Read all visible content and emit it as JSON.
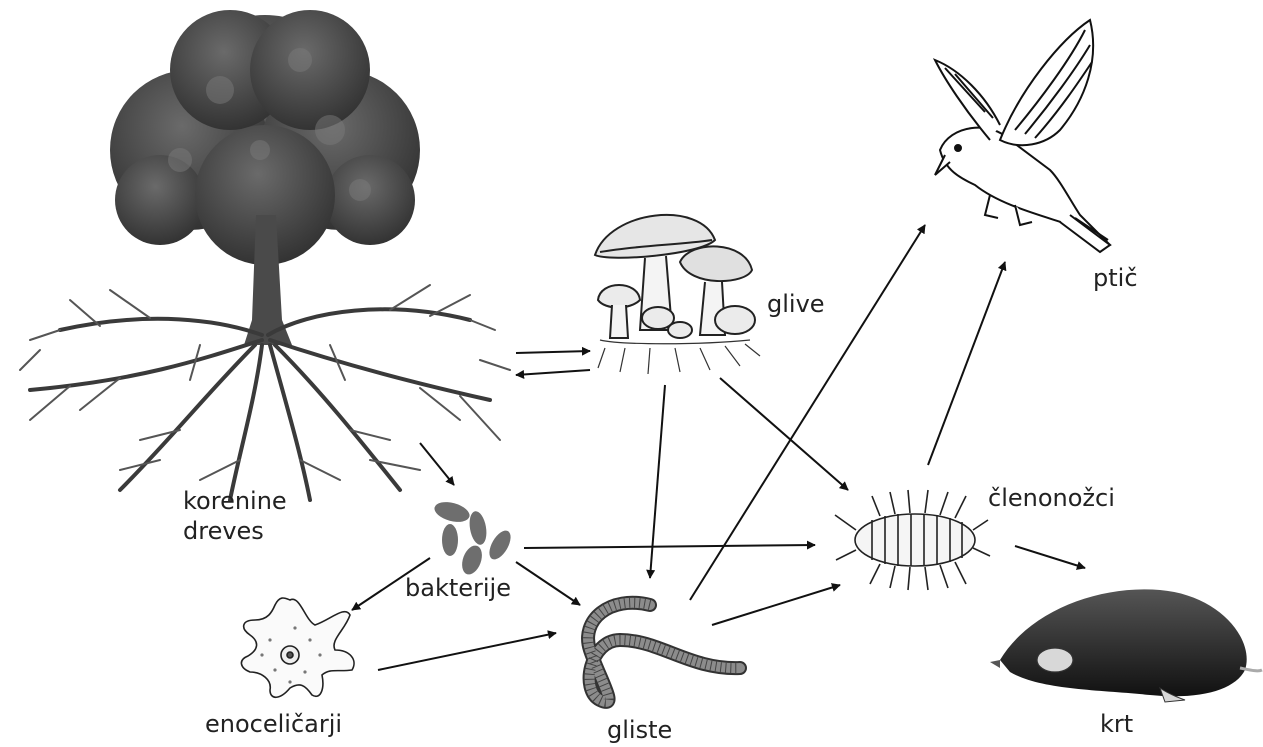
{
  "labels": {
    "tree_roots": "korenine dreves",
    "fungi": "glive",
    "bird": "ptič",
    "bacteria": "bakterije",
    "arthropods": "členonožci",
    "protists": "enoceličarji",
    "worms": "gliste",
    "mole": "krt"
  },
  "colors": {
    "arrow": "#111111",
    "tree": "#4a4a4a",
    "bacteria": "#6e6e6e"
  },
  "icons": [
    "tree-roots-icon",
    "mushroom-icon",
    "bird-icon",
    "bacteria-icon",
    "woodlouse-icon",
    "amoeba-icon",
    "earthworm-icon",
    "mole-icon"
  ]
}
